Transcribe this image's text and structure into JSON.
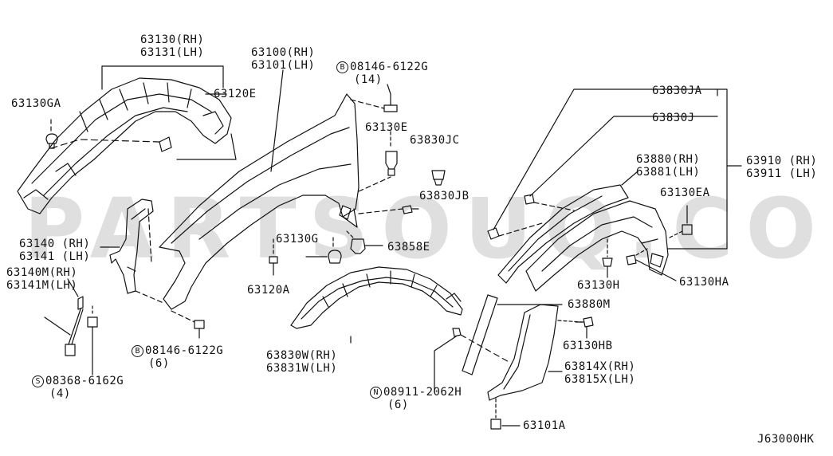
{
  "watermark": "PARTSOUQ.COM",
  "ink_color": "#111111",
  "watermark_color": "#aaaaaa",
  "labels": {
    "p63130_rh": "63130(RH)",
    "p63131_lh": "63131(LH)",
    "p63130ga": "63130GA",
    "p63120e": "63120E",
    "p63100_rh": "63100(RH)",
    "p63101_lh": "63101(LH)",
    "bolt_top": "08146-6122G",
    "bolt_top_prefix": "B",
    "bolt_top_qty": "(14)",
    "p63130e": "63130E",
    "p63830jc": "63830JC",
    "p63830jb": "63830JB",
    "p63858e": "63858E",
    "p63130g": "63130G",
    "p63120a": "63120A",
    "p63140_rh": "63140 (RH)",
    "p63141_lh": "63141 (LH)",
    "p63140m_rh": "63140M(RH)",
    "p63141m_lh": "63141M(LH)",
    "bolt_bottom_prefix": "B",
    "bolt_bottom": "08146-6122G",
    "bolt_bottom_qty": "(6)",
    "screw_prefix": "S",
    "screw": "08368-6162G",
    "screw_qty": "(4)",
    "p63830w_rh": "63830W(RH)",
    "p63831w_lh": "63831W(LH)",
    "nut_prefix": "N",
    "nut": "08911-2062H",
    "nut_qty": "(6)",
    "p63830ja": "63830JA",
    "p63830j": "63830J",
    "p63910_rh": "63910 (RH)",
    "p63911_lh": "63911 (LH)",
    "p63880_rh": "63880(RH)",
    "p63881_lh": "63881(LH)",
    "p63130ea": "63130EA",
    "p63130h": "63130H",
    "p63130ha": "63130HA",
    "p63880m": "63880M",
    "p63130hb": "63130HB",
    "p63814x_rh": "63814X(RH)",
    "p63815x_lh": "63815X(LH)",
    "p63101a": "63101A",
    "diagram_code": "J63000HK"
  }
}
